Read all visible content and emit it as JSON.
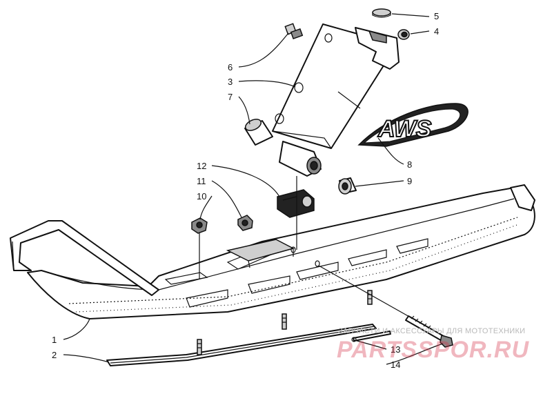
{
  "diagram": {
    "callouts": [
      {
        "id": "1",
        "label": "1"
      },
      {
        "id": "2",
        "label": "2"
      },
      {
        "id": "3",
        "label": "3"
      },
      {
        "id": "4",
        "label": "4"
      },
      {
        "id": "5",
        "label": "5"
      },
      {
        "id": "6",
        "label": "6"
      },
      {
        "id": "7",
        "label": "7"
      },
      {
        "id": "8",
        "label": "8"
      },
      {
        "id": "9",
        "label": "9"
      },
      {
        "id": "10",
        "label": "10"
      },
      {
        "id": "11",
        "label": "11"
      },
      {
        "id": "12",
        "label": "12"
      },
      {
        "id": "13",
        "label": "13"
      },
      {
        "id": "14",
        "label": "14"
      }
    ],
    "decal_text": "AWS"
  },
  "watermark": {
    "tagline": "ЗАПЧАСТИ И АКСЕССУАРЫ ДЛЯ МОТОТЕХНИКИ",
    "logo": "PARTSSPOR.RU"
  }
}
